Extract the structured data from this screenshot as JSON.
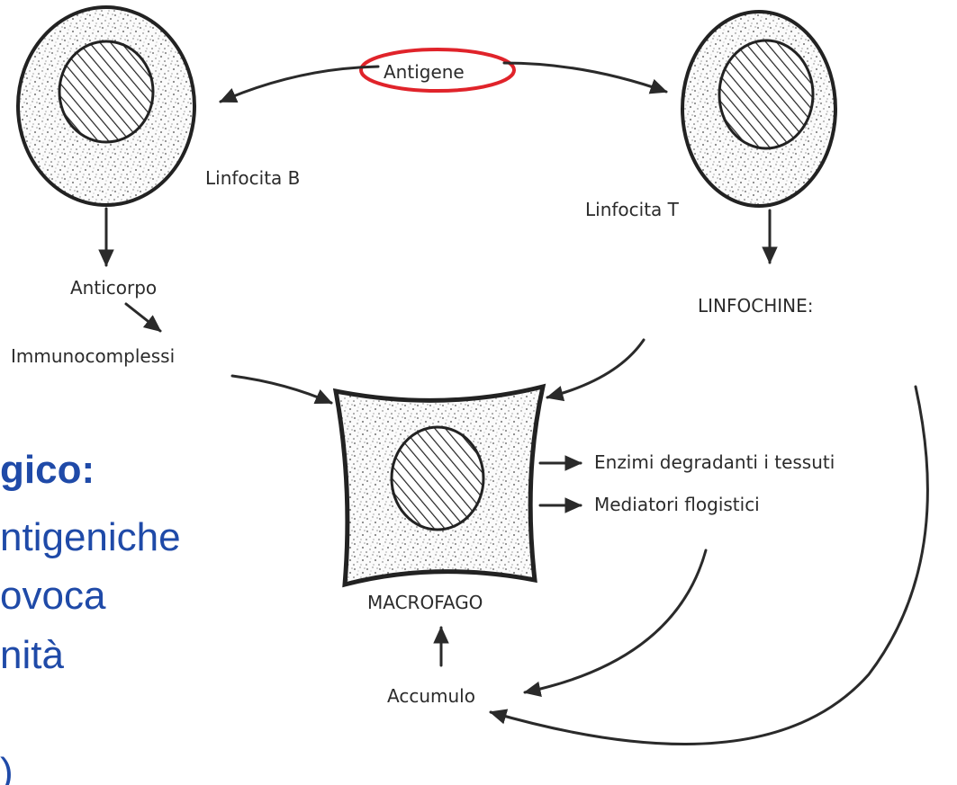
{
  "labels": {
    "antigene": "Antigene",
    "linfocita_b": "Linfocita B",
    "linfocita_t": "Linfocita T",
    "anticorpo": "Anticorpo",
    "immunocomplessi": "Immunocomplessi",
    "linfochine": "LINFOCHINE:",
    "enzimi": "Enzimi degradanti i tessuti",
    "mediatori": "Mediatori flogistici",
    "macrofago": "MACROFAGO",
    "accumulo": "Accumulo"
  },
  "slide_text": {
    "line1": "gico:",
    "line2": "ntigeniche",
    "line3": "ovoca",
    "line4": "nità",
    "line5": ")"
  },
  "colors": {
    "highlight": "#e0232a",
    "slide_text": "#1f4aa8",
    "ink": "#2a2a2a"
  }
}
